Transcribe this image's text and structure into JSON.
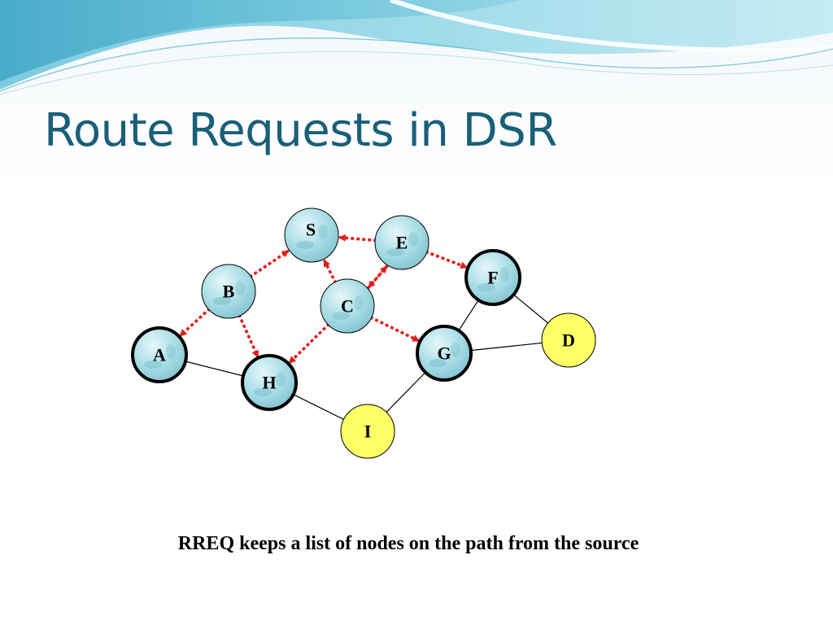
{
  "slide": {
    "title": "Route Requests in DSR",
    "caption": "RREQ keeps a list of nodes on the path from the source"
  },
  "colors": {
    "title": "#1a5f78",
    "node_fill": "#a9dde6",
    "highlight_fill": "#ffff66",
    "request_arrow": "#e01e1e",
    "link": "#000000"
  },
  "diagram": {
    "nodes": [
      {
        "id": "S",
        "label": "S",
        "state": "received"
      },
      {
        "id": "E",
        "label": "E",
        "state": "received"
      },
      {
        "id": "F",
        "label": "F",
        "state": "broadcasting"
      },
      {
        "id": "B",
        "label": "B",
        "state": "received"
      },
      {
        "id": "C",
        "label": "C",
        "state": "received"
      },
      {
        "id": "A",
        "label": "A",
        "state": "broadcasting"
      },
      {
        "id": "G",
        "label": "G",
        "state": "broadcasting"
      },
      {
        "id": "H",
        "label": "H",
        "state": "broadcasting"
      },
      {
        "id": "D",
        "label": "D",
        "state": "destination"
      },
      {
        "id": "I",
        "label": "I",
        "state": "idle"
      }
    ],
    "links": [
      {
        "from": "A",
        "to": "H"
      },
      {
        "from": "H",
        "to": "I"
      },
      {
        "from": "I",
        "to": "G"
      },
      {
        "from": "G",
        "to": "F"
      },
      {
        "from": "G",
        "to": "D"
      },
      {
        "from": "F",
        "to": "D"
      }
    ],
    "request_arrows": [
      {
        "from": "B",
        "to": "S"
      },
      {
        "from": "E",
        "to": "S"
      },
      {
        "from": "C",
        "to": "S"
      },
      {
        "from": "C",
        "to": "E"
      },
      {
        "from": "E",
        "to": "C"
      },
      {
        "from": "E",
        "to": "F"
      },
      {
        "from": "B",
        "to": "A"
      },
      {
        "from": "B",
        "to": "H"
      },
      {
        "from": "C",
        "to": "H"
      },
      {
        "from": "C",
        "to": "G"
      }
    ]
  }
}
